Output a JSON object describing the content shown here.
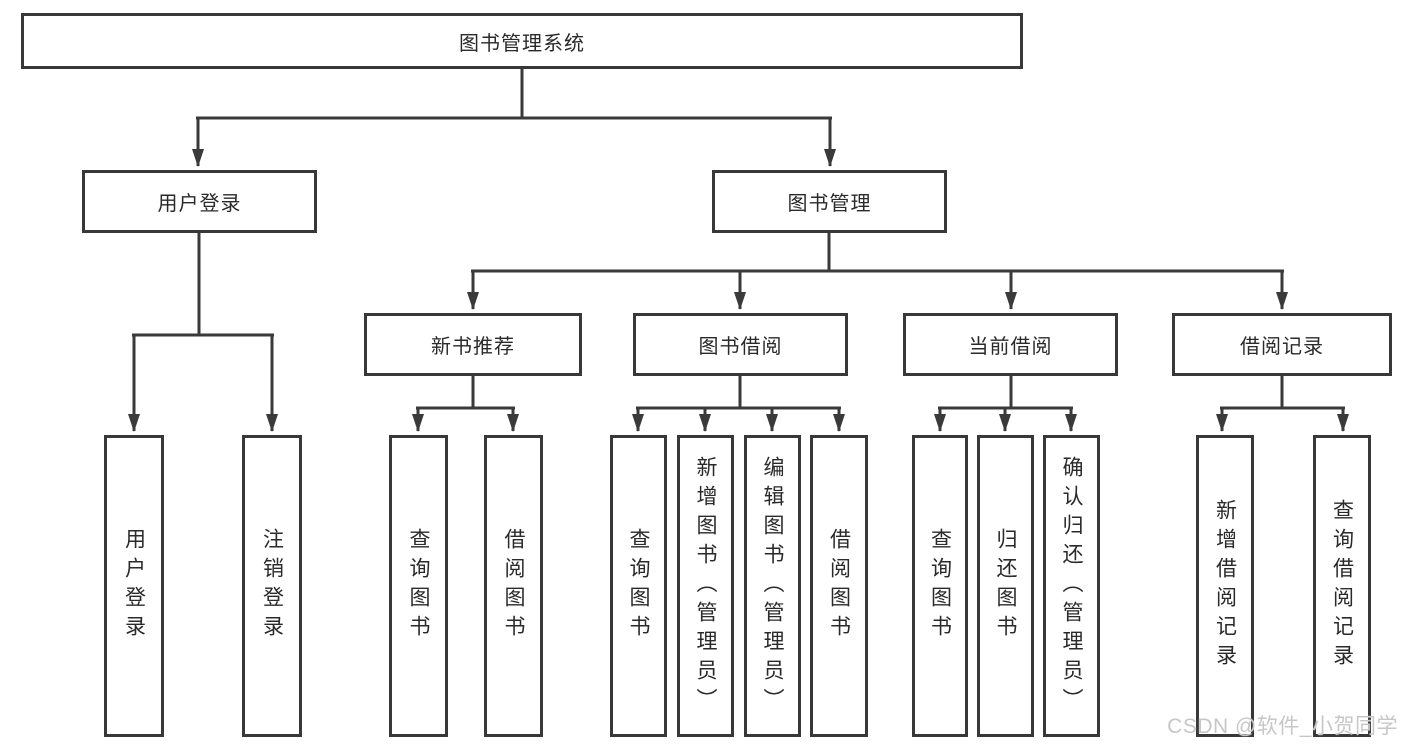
{
  "diagram": {
    "root": {
      "label": "图书管理系统"
    },
    "branches": [
      {
        "label": "用户登录"
      },
      {
        "label": "图书管理"
      }
    ],
    "modules": [
      {
        "label": "新书推荐"
      },
      {
        "label": "图书借阅"
      },
      {
        "label": "当前借阅"
      },
      {
        "label": "借阅记录"
      }
    ],
    "leaves": {
      "login_group": [
        {
          "label": "用户登录"
        },
        {
          "label": "注销登录"
        }
      ],
      "recommend_group": [
        {
          "label": "查询图书"
        },
        {
          "label": "借阅图书"
        }
      ],
      "borrow_group": [
        {
          "label": "查询图书"
        },
        {
          "label": "新增图书（管理员）"
        },
        {
          "label": "编辑图书（管理员）"
        },
        {
          "label": "借阅图书"
        }
      ],
      "current_group": [
        {
          "label": "查询图书"
        },
        {
          "label": "归还图书"
        },
        {
          "label": "确认归还（管理员）"
        }
      ],
      "records_group": [
        {
          "label": "新增借阅记录"
        },
        {
          "label": "查询借阅记录"
        }
      ]
    },
    "watermark": "CSDN @软件_小贺同学",
    "colors": {
      "line": "#3a3a3a",
      "border": "#383838",
      "text": "#2a2a2a",
      "watermark": "#c7c7c7"
    }
  }
}
